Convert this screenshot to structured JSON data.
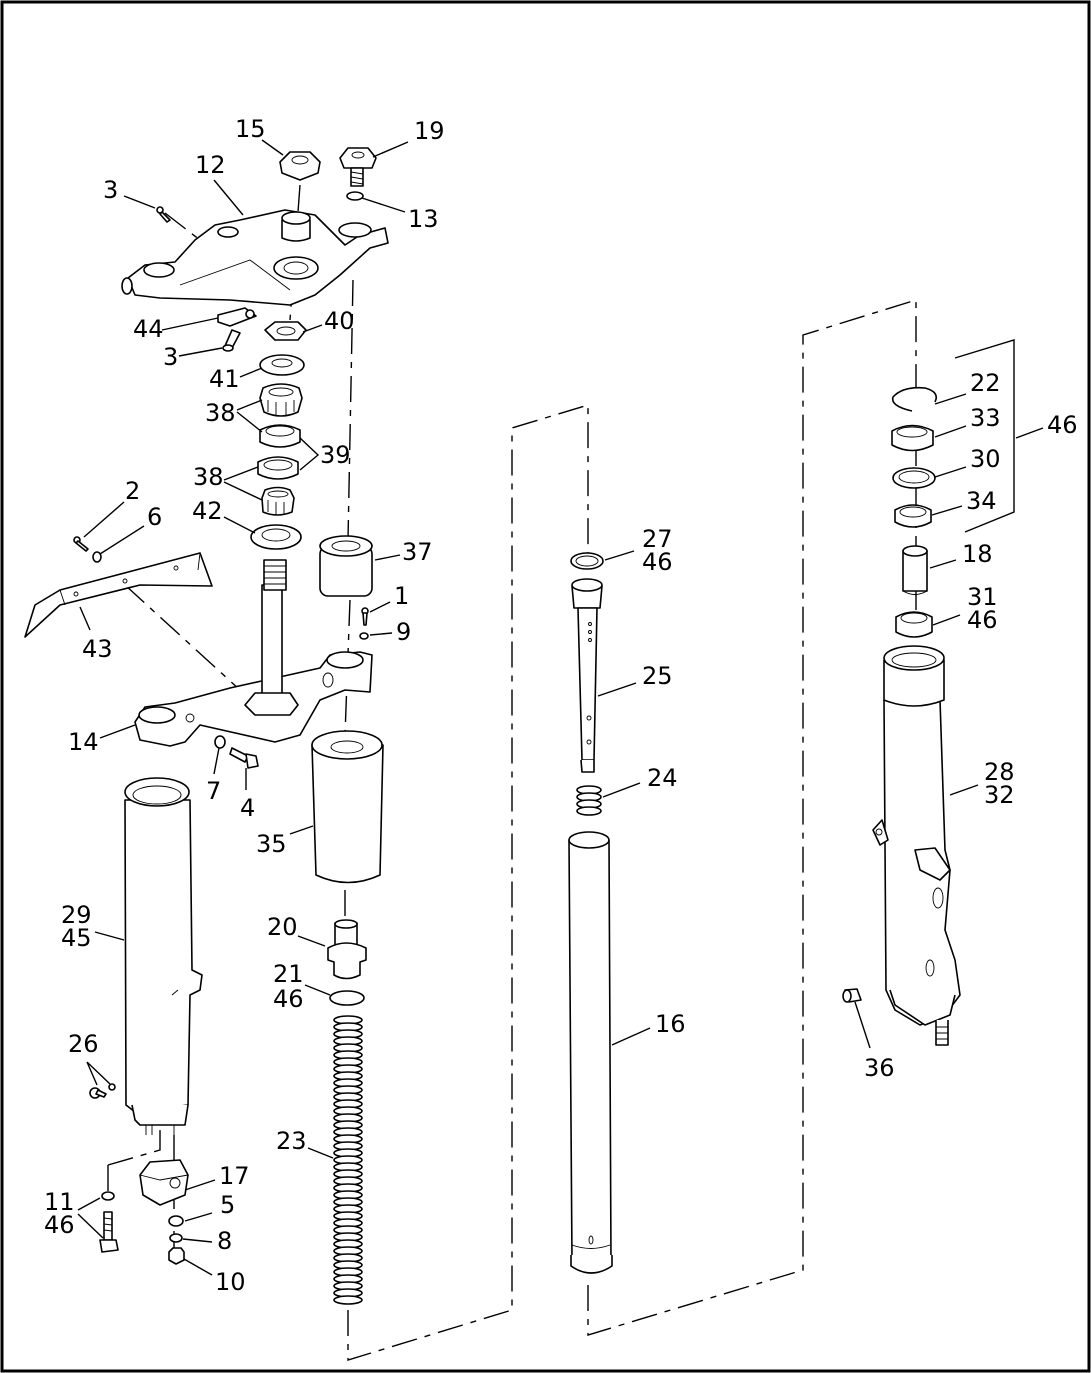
{
  "callouts": {
    "c15": "15",
    "c19": "19",
    "c12": "12",
    "c3a": "3",
    "c13": "13",
    "c44": "44",
    "c40": "40",
    "c3b": "3",
    "c41": "41",
    "c38a": "38",
    "c39": "39",
    "c38b": "38",
    "c2": "2",
    "c6": "6",
    "c42": "42",
    "c37": "37",
    "c43": "43",
    "c1": "1",
    "c9": "9",
    "c14": "14",
    "c7": "7",
    "c4": "4",
    "c35": "35",
    "c29": "29",
    "c45": "45",
    "c20": "20",
    "c21": "21",
    "c46a": "46",
    "c26": "26",
    "c23": "23",
    "c17": "17",
    "c11": "11",
    "c46b": "46",
    "c5": "5",
    "c8": "8",
    "c10": "10",
    "c27": "27",
    "c46c": "46",
    "c25": "25",
    "c24": "24",
    "c16": "16",
    "c22": "22",
    "c33": "33",
    "c46d": "46",
    "c30": "30",
    "c34": "34",
    "c18": "18",
    "c31": "31",
    "c46e": "46",
    "c28": "28",
    "c32": "32",
    "c36": "36"
  }
}
